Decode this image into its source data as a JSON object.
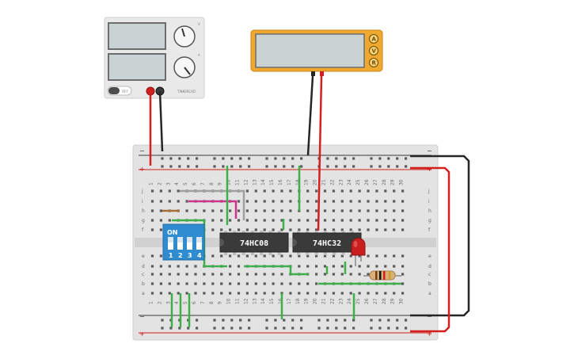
{
  "power_supply": {
    "off_label": "OFF",
    "brand_text": "TINKERCAD",
    "knob_markers": [
      "V",
      "A"
    ]
  },
  "multimeter": {
    "modes": [
      "A",
      "V",
      "R"
    ]
  },
  "breadboard": {
    "column_numbers": [
      "1",
      "2",
      "3",
      "4",
      "5",
      "6",
      "7",
      "8",
      "9",
      "10",
      "11",
      "12",
      "13",
      "14",
      "15",
      "16",
      "17",
      "18",
      "19",
      "20",
      "21",
      "22",
      "23",
      "24",
      "25",
      "26",
      "27",
      "28",
      "29",
      "30"
    ],
    "upper_row_letters": [
      "j",
      "i",
      "h",
      "g",
      "f"
    ],
    "lower_row_letters": [
      "e",
      "d",
      "c",
      "b",
      "a"
    ],
    "rail_minus": "−",
    "rail_plus": "+"
  },
  "dip_switch": {
    "on_label": "ON",
    "switch_numbers": [
      "1",
      "2",
      "3",
      "4"
    ]
  },
  "chips": [
    {
      "label": "74HC08"
    },
    {
      "label": "74HC32"
    }
  ],
  "colors": {
    "wire_red": "#d3201f",
    "wire_black": "#262626",
    "wire_green": "#3cb04a",
    "wire_brown": "#a86f3a",
    "wire_magenta": "#d0338a",
    "wire_gray": "#a0a0a0",
    "multimeter_body": "#f0a830",
    "dip_blue": "#2f8cd0",
    "chip_body": "#3a3a3a",
    "led_red": "#c81e1e"
  }
}
